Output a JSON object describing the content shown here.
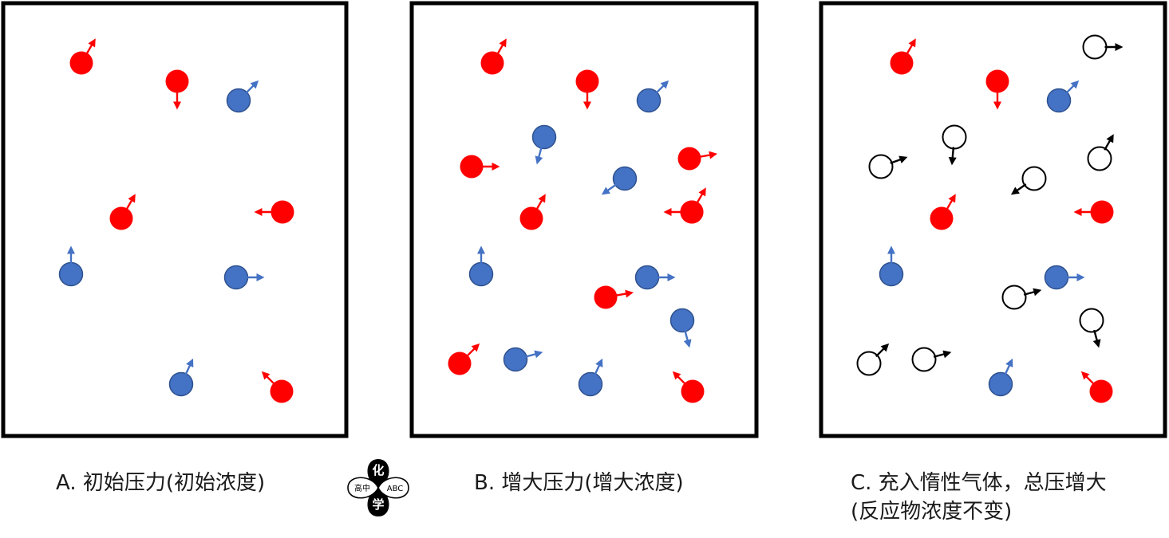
{
  "colors": {
    "reactant_red": "#ff0000",
    "reactant_blue": "#4472c4",
    "inert_gas": "#ffffff",
    "inert_outline": "#000000",
    "frame": "#000000",
    "logo": "#000000"
  },
  "panels": [
    {
      "id": "A",
      "caption": "A. 初始压力(初始浓度)",
      "caption_line2": "",
      "particles": [
        {
          "type": "red",
          "dir": 60
        },
        {
          "type": "red",
          "dir": 270
        },
        {
          "type": "blue",
          "dir": 45
        },
        {
          "type": "red",
          "dir": 60
        },
        {
          "type": "red",
          "dir": 180
        },
        {
          "type": "blue",
          "dir": 90
        },
        {
          "type": "blue",
          "dir": 0
        },
        {
          "type": "blue",
          "dir": 65
        },
        {
          "type": "red",
          "dir": 135
        }
      ]
    },
    {
      "id": "B",
      "caption": "B. 增大压力(增大浓度)",
      "caption_line2": "",
      "particles": [
        {
          "type": "red",
          "dir": 60
        },
        {
          "type": "red",
          "dir": 270
        },
        {
          "type": "blue",
          "dir": 45
        },
        {
          "type": "red",
          "dir": 0
        },
        {
          "type": "blue",
          "dir": 255
        },
        {
          "type": "red",
          "dir": 10
        },
        {
          "type": "red",
          "dir": 60
        },
        {
          "type": "blue",
          "dir": 215
        },
        {
          "type": "red",
          "dir": 60
        },
        {
          "type": "red",
          "dir": 180
        },
        {
          "type": "blue",
          "dir": 90
        },
        {
          "type": "blue",
          "dir": 0
        },
        {
          "type": "red",
          "dir": 10
        },
        {
          "type": "blue",
          "dir": 285
        },
        {
          "type": "red",
          "dir": 45
        },
        {
          "type": "blue",
          "dir": 15
        },
        {
          "type": "blue",
          "dir": 65
        },
        {
          "type": "red",
          "dir": 135
        }
      ]
    },
    {
      "id": "C",
      "caption": "C. 充入惰性气体，总压增大",
      "caption_line2": "(反应物浓度不变)",
      "particles": [
        {
          "type": "red",
          "dir": 60
        },
        {
          "type": "red",
          "dir": 270
        },
        {
          "type": "blue",
          "dir": 45
        },
        {
          "type": "red",
          "dir": 60
        },
        {
          "type": "red",
          "dir": 180
        },
        {
          "type": "blue",
          "dir": 90
        },
        {
          "type": "blue",
          "dir": 0
        },
        {
          "type": "blue",
          "dir": 65
        },
        {
          "type": "red",
          "dir": 135
        },
        {
          "type": "inert",
          "dir": 0
        },
        {
          "type": "inert",
          "dir": 265
        },
        {
          "type": "inert",
          "dir": 20
        },
        {
          "type": "inert",
          "dir": 60
        },
        {
          "type": "inert",
          "dir": 215
        },
        {
          "type": "inert",
          "dir": 15
        },
        {
          "type": "inert",
          "dir": 285
        },
        {
          "type": "inert",
          "dir": 45
        },
        {
          "type": "inert",
          "dir": 15
        }
      ]
    }
  ],
  "logo": {
    "top": "化",
    "bottom": "学",
    "left": "高中",
    "right": "ABC"
  }
}
